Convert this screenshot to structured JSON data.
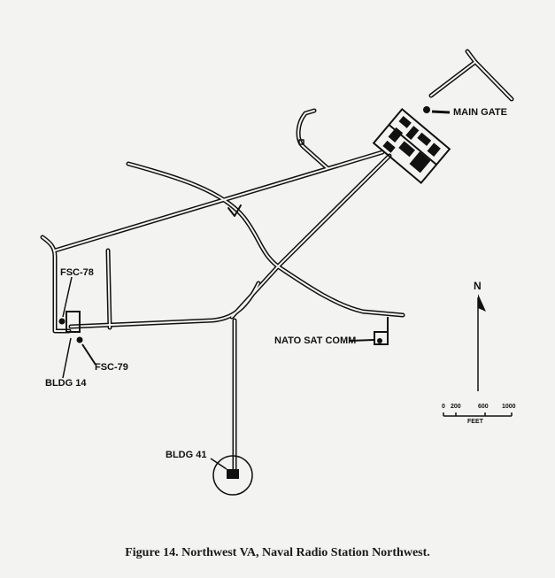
{
  "labels": {
    "main_gate": "MAIN GATE",
    "fsc78": "FSC-78",
    "fsc79": "FSC-79",
    "bldg14": "BLDG 14",
    "nato": "NATO SAT COMM",
    "bldg41": "BLDG 41"
  },
  "north_arrow": "N",
  "scale": {
    "ticks": [
      "0",
      "200",
      "600",
      "1000"
    ],
    "unit": "FEET"
  },
  "caption": "Figure 14.  Northwest VA, Naval Radio Station Northwest."
}
